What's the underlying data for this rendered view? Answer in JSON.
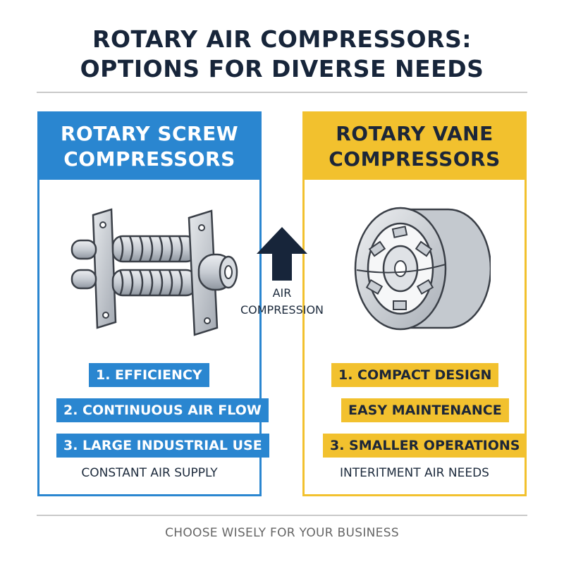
{
  "title": {
    "line1": "ROTARY AIR COMPRESSORS:",
    "line2": "OPTIONS FOR DIVERSE NEEDS"
  },
  "left": {
    "heading_line1": "ROTARY SCREW",
    "heading_line2": "COMPRESSORS",
    "features": [
      "1. EFFICIENCY",
      "2. CONTINUOUS AIR FLOW",
      "3. LARGE INDUSTRIAL USE"
    ],
    "caption": "CONSTANT AIR SUPPLY",
    "accent": "#2a86d0",
    "icon": "twin-screw-rotor-icon"
  },
  "right": {
    "heading_line1": "ROTARY VANE",
    "heading_line2": "COMPRESSORS",
    "features": [
      "1. COMPACT DESIGN",
      "EASY MAINTENANCE",
      "3. SMALLER OPERATIONS"
    ],
    "caption": "INTERITMENT AIR NEEDS",
    "accent": "#f2c12e",
    "icon": "vane-rotor-icon"
  },
  "center": {
    "label_line1": "AIR",
    "label_line2": "COMPRESSION",
    "icon": "arrow-up-icon"
  },
  "footer": "CHOOSE WISELY FOR YOUR BUSINESS"
}
